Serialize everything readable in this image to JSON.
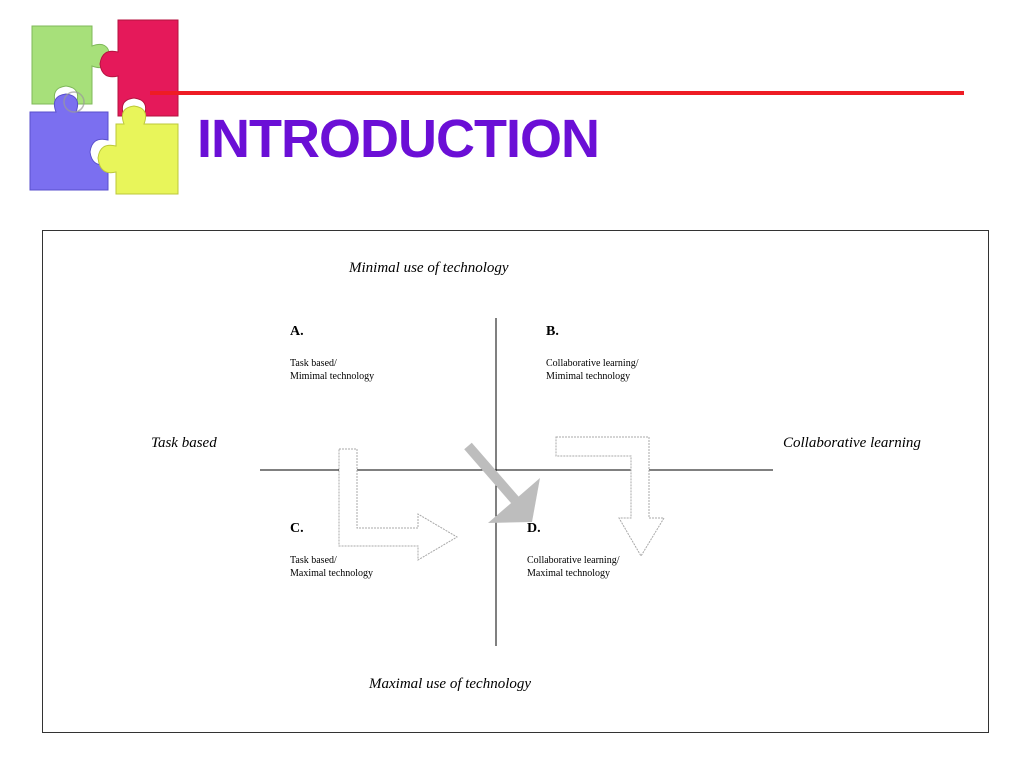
{
  "slide": {
    "title": "INTRODUCTION",
    "colors": {
      "title": "#6b0fd6",
      "rule": "#ee1c24",
      "arrow_solid": "#bdbdbd",
      "arrow_outline": "#a8a8a8"
    },
    "logo": {
      "icon": "puzzle-pieces-icon",
      "colors": [
        "#a7e07a",
        "#e5195a",
        "#7b6ff0",
        "#e8f55a"
      ]
    }
  },
  "diagram": {
    "axes": {
      "top": "Minimal use of technology",
      "bottom": "Maximal use of technology",
      "left": "Task based",
      "right": "Collaborative learning"
    },
    "quadrants": [
      {
        "letter": "A.",
        "line1": "Task based/",
        "line2": "Mimimal technology"
      },
      {
        "letter": "B.",
        "line1": "Collaborative learning/",
        "line2": "Mimimal technology"
      },
      {
        "letter": "C.",
        "line1": "Task based/",
        "line2": "Maximal  technology"
      },
      {
        "letter": "D.",
        "line1": "Collaborative learning/",
        "line2": "Maximal technology"
      }
    ]
  }
}
